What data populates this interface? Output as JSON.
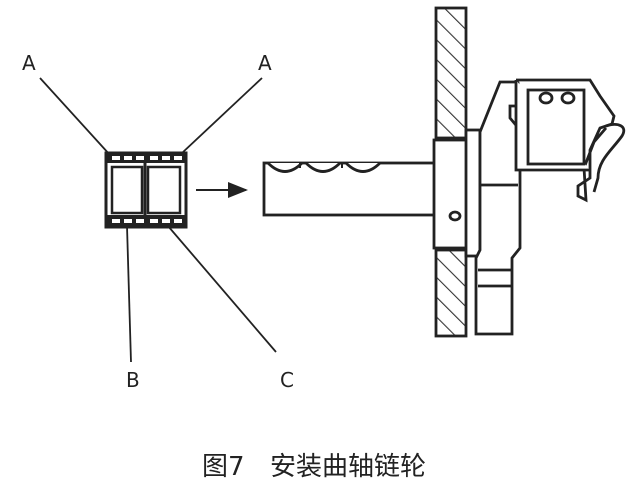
{
  "labels": {
    "a_left": "A",
    "a_right": "A",
    "b": "B",
    "c": "C"
  },
  "caption": {
    "number": "图7",
    "text": "安装曲轴链轮"
  },
  "colors": {
    "ink": "#222222",
    "paper": "#ffffff",
    "hatch": "#333333"
  }
}
